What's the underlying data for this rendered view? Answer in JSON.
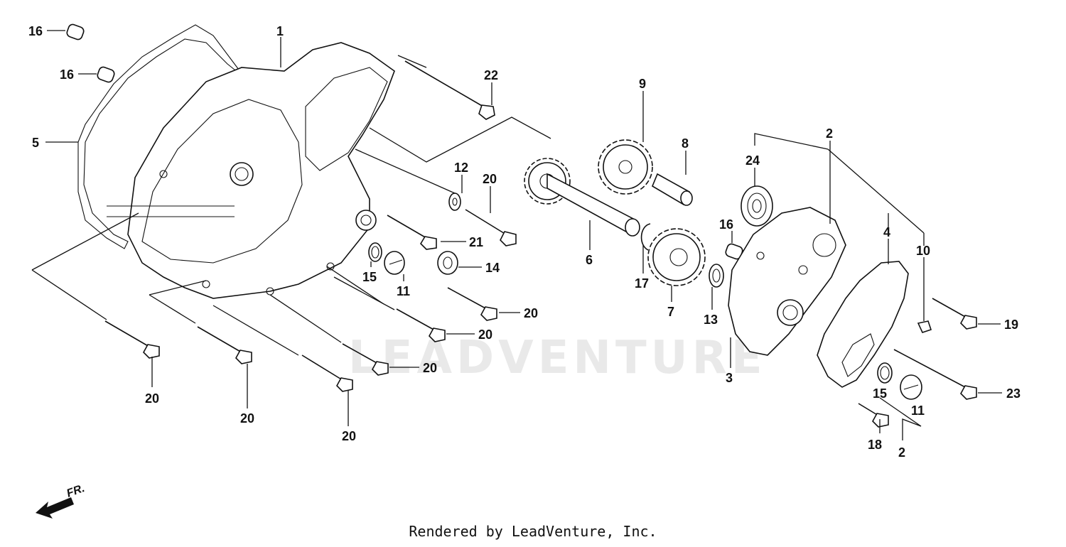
{
  "watermark": "LEADVENTURE",
  "credit": "Rendered by LeadVenture, Inc.",
  "direction_label": "FR.",
  "callouts": {
    "c16a": "16",
    "c16b": "16",
    "c1": "1",
    "c5": "5",
    "c22": "22",
    "c9": "9",
    "c8": "8",
    "c2a": "2",
    "c24": "24",
    "c12": "12",
    "c20a": "20",
    "c21": "21",
    "c6": "6",
    "c16c": "16",
    "c4": "4",
    "c10": "10",
    "c15a": "15",
    "c11a": "11",
    "c14": "14",
    "c17": "17",
    "c7": "7",
    "c13": "13",
    "c20b": "20",
    "c20c": "20",
    "c20d": "20",
    "c19": "19",
    "c3": "3",
    "c23": "23",
    "c15b": "15",
    "c11b": "11",
    "c18": "18",
    "c2b": "2",
    "c20e": "20",
    "c20f": "20",
    "c20g": "20"
  }
}
